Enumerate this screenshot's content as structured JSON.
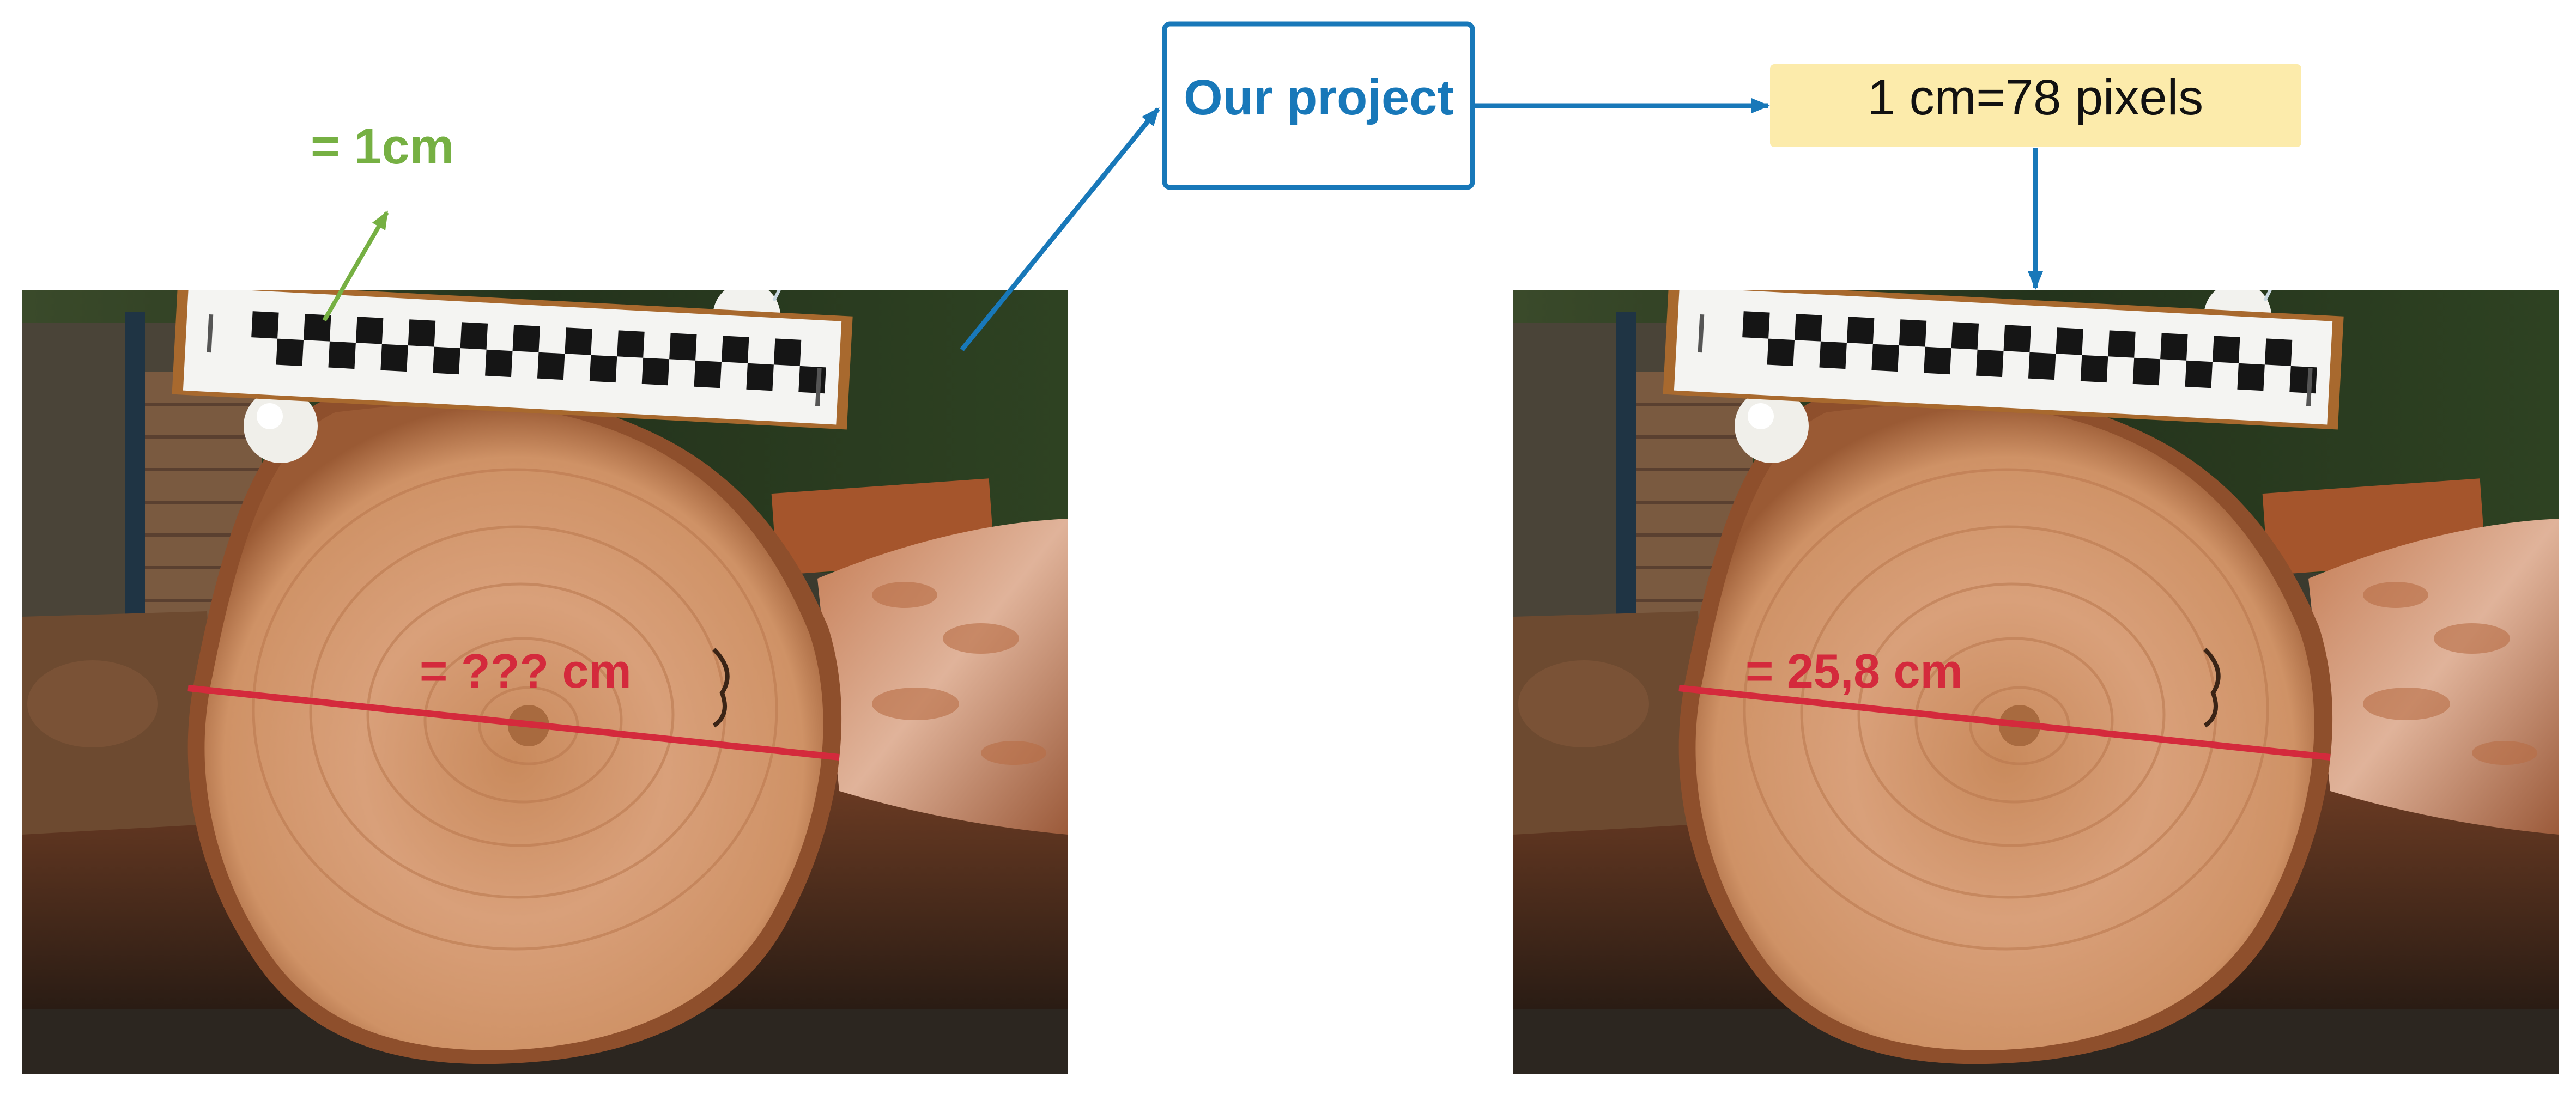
{
  "scale_label": "= 1cm",
  "unknown_measure": "= ??? cm",
  "project_label": "Our project",
  "conversion_label": "1 cm=78 pixels",
  "result_measure": "= 25,8 cm",
  "colors": {
    "accent_blue": "#1878b9",
    "scale_green": "#76b043",
    "measure_red": "#d42a3c",
    "note_yellow": "#fcebab"
  },
  "icons": {
    "photo": "log-cross-section-photo",
    "arrow": "arrow-icon"
  }
}
